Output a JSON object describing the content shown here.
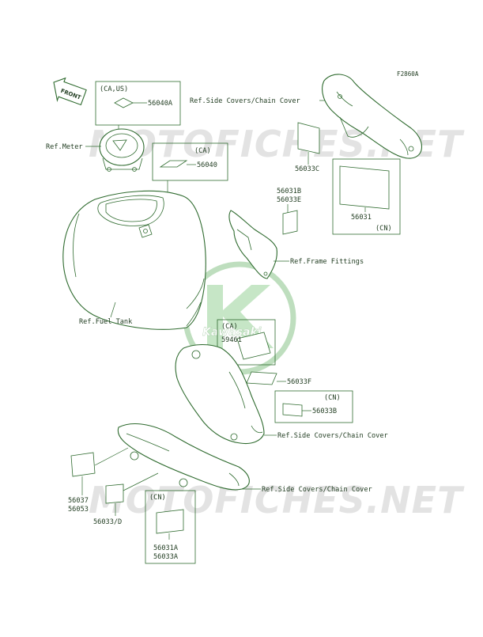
{
  "diagram_code": "F2860A",
  "watermark": {
    "site_text": "MOTOFICHES.NET",
    "logo_text": "Kawasaki"
  },
  "front_arrow": {
    "label": "FRONT"
  },
  "labels": {
    "ref_side_covers_top": "Ref.Side Covers/Chain Cover",
    "ref_meter": "Ref.Meter",
    "ref_frame_fittings": "Ref.Frame Fittings",
    "ref_fuel_tank": "Ref.Fuel Tank",
    "ref_side_covers_mid": "Ref.Side Covers/Chain Cover",
    "ref_side_covers_bottom": "Ref.Side Covers/Chain Cover"
  },
  "callouts": {
    "box_ca_us": {
      "region": "(CA,US)",
      "part": "56040A"
    },
    "box_ca_56040": {
      "region": "(CA)",
      "part": "56040"
    },
    "p56033C": "56033C",
    "box_cn_56031": {
      "part": "56031",
      "region": "(CN)"
    },
    "p56031B": "56031B",
    "p56033E": "56033E",
    "box_ca_59461": {
      "region": "(CA)",
      "part": "59461"
    },
    "p56033F": "56033F",
    "box_cn_56033B": {
      "region": "(CN)",
      "part": "56033B"
    },
    "p56037": "56037",
    "p56053": "56053",
    "p56033D": "56033/D",
    "box_cn_56031A": {
      "region": "(CN)",
      "part1": "56031A",
      "part2": "56033A"
    }
  }
}
